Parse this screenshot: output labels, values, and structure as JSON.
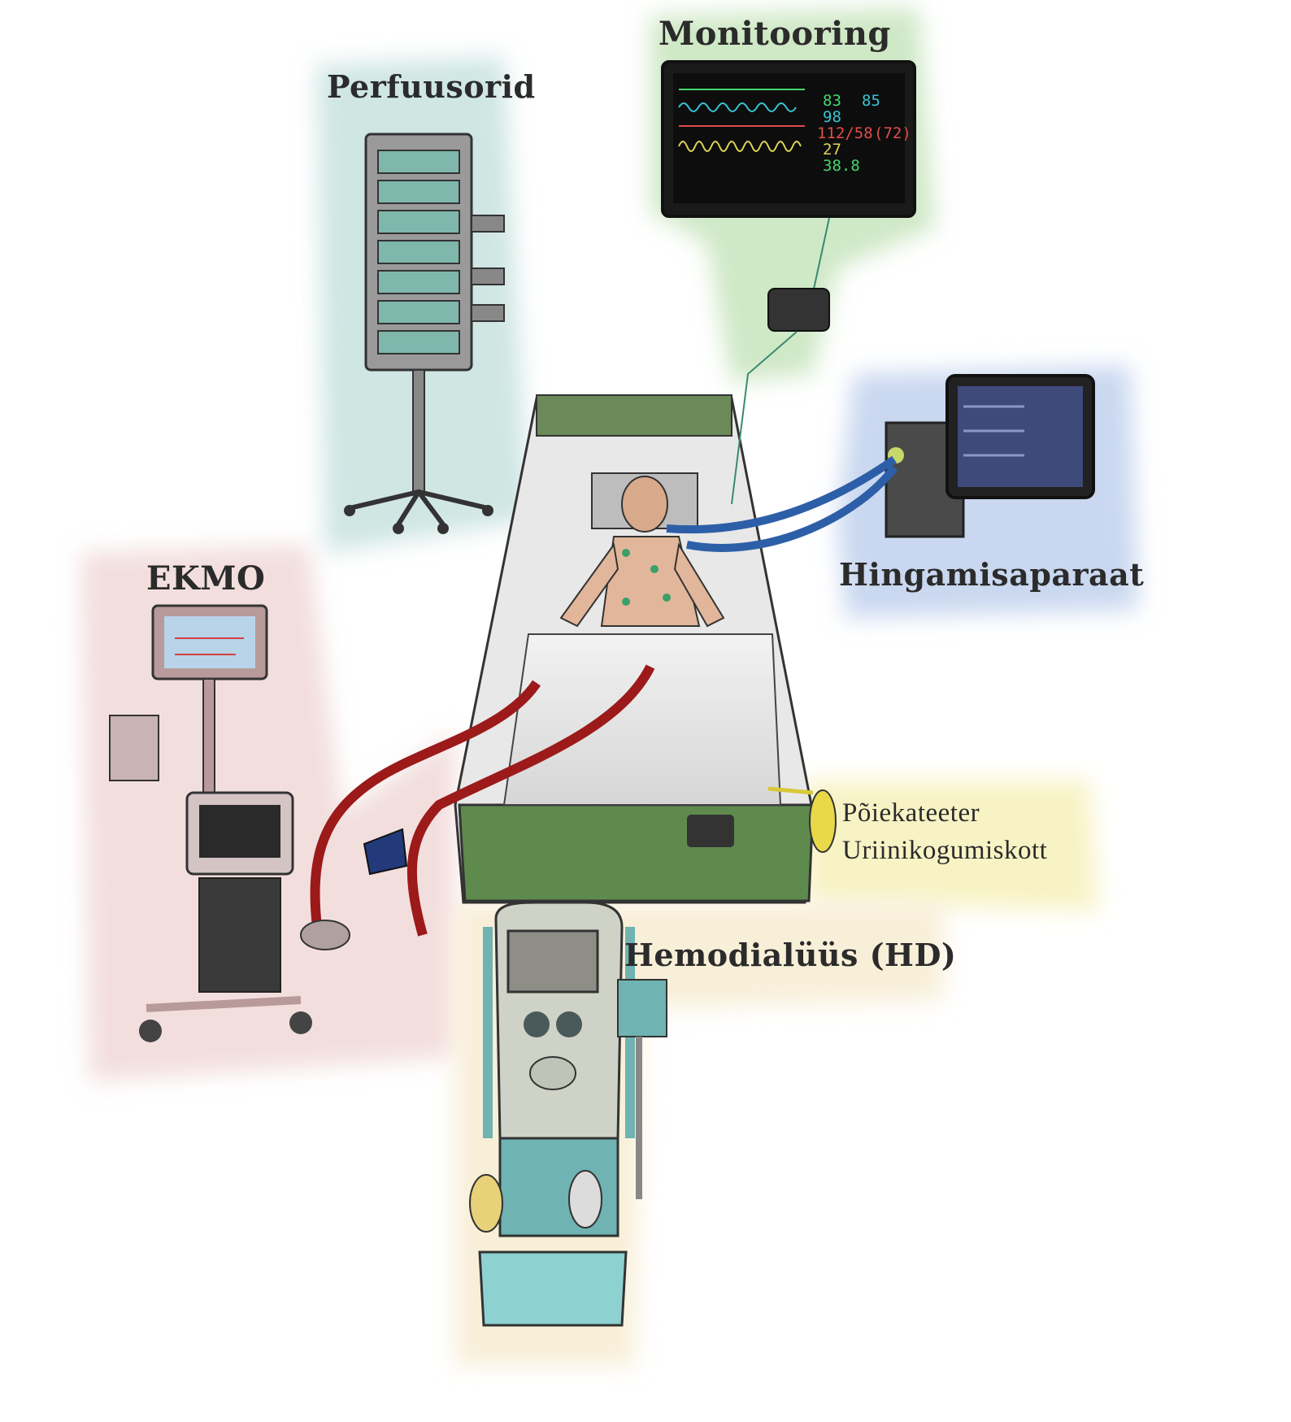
{
  "labels": {
    "monitoring": "Monitooring",
    "perfusors": "Perfuusorid",
    "ventilator": "Hingamisaparaat",
    "ecmo": "EKMO",
    "urinary_catheter": "Põiekateeter",
    "urine_bag": "Uriinikogumiskott",
    "hemodialysis": "Hemodialüüs (HD)"
  },
  "monitor_readings": {
    "hr": "83",
    "spo2": "98",
    "spo2_alt": "85",
    "bp": "112/58",
    "map": "(72)",
    "rr": "27",
    "temp": "38.8"
  },
  "colors": {
    "monitoring_zone": "#cfe8c6",
    "perfusors_zone": "#cfe6e3",
    "ventilator_zone": "#c9d8f0",
    "ecmo_zone": "#f3dede",
    "catheter_zone": "#f8f3c4",
    "hd_zone": "#f8efd8",
    "blood_line": "#9c1a1a",
    "vent_tubing": "#2d5fa8",
    "hd_device": "#6fb3b3"
  },
  "icons": {
    "monitor": "patient-monitor-icon",
    "perfusors": "infusion-pump-stack-icon",
    "ventilator": "ventilator-icon",
    "ecmo": "ecmo-machine-icon",
    "bed": "icu-bed-icon",
    "patient": "patient-icon",
    "urine_bag": "urine-bag-icon",
    "hd": "dialysis-machine-icon"
  }
}
